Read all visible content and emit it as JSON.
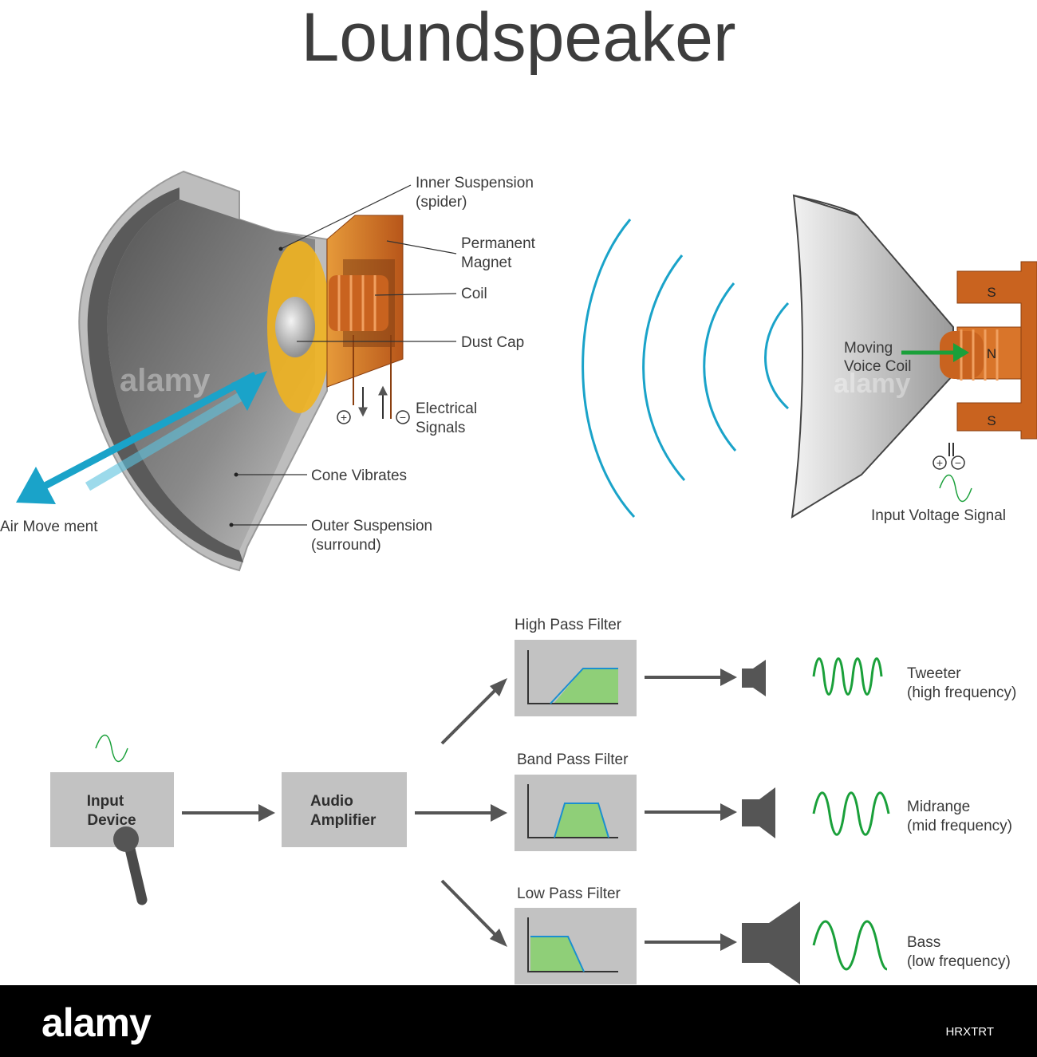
{
  "title": "Loundspeaker",
  "cutaway_labels": {
    "inner_suspension_1": "Inner Suspension",
    "inner_suspension_2": "(spider)",
    "permanent_magnet_1": "Permanent",
    "permanent_magnet_2": "Magnet",
    "coil": "Coil",
    "dust_cap": "Dust Cap",
    "electrical_signals_1": "Electrical",
    "electrical_signals_2": "Signals",
    "cone_vibrates": "Cone Vibrates",
    "outer_suspension_1": "Outer Suspension",
    "outer_suspension_2": "(surround)",
    "air_movement": "Air Move ment",
    "plus": "+",
    "minus": "−"
  },
  "side_view_labels": {
    "moving_voice_coil_1": "Moving",
    "moving_voice_coil_2": "Voice Coil",
    "pole_s_top": "S",
    "pole_n": "N",
    "pole_s_bottom": "S",
    "input_voltage_signal": "Input Voltage Signal",
    "plus": "+",
    "minus": "−"
  },
  "flow": {
    "input_device_1": "Input",
    "input_device_2": "Device",
    "audio_amplifier_1": "Audio",
    "audio_amplifier_2": "Amplifier",
    "filters": [
      {
        "title": "High Pass Filter",
        "driver": "Tweeter",
        "range": "(high frequency)"
      },
      {
        "title": "Band Pass Filter",
        "driver": "Midrange",
        "range": "(mid frequency)"
      },
      {
        "title": "Low Pass Filter",
        "driver": "Bass",
        "range": "(low frequency)"
      }
    ]
  },
  "watermark": "alamy",
  "footer": {
    "logo": "alamy",
    "image_code": "HRXTRT"
  },
  "colors": {
    "copper": "#c9631f",
    "wave_blue": "#1aa3c9",
    "signal_green": "#1aa03a",
    "filter_green": "#8fcf78",
    "box_gray": "#c2c2c2",
    "dark_gray": "#555555"
  }
}
